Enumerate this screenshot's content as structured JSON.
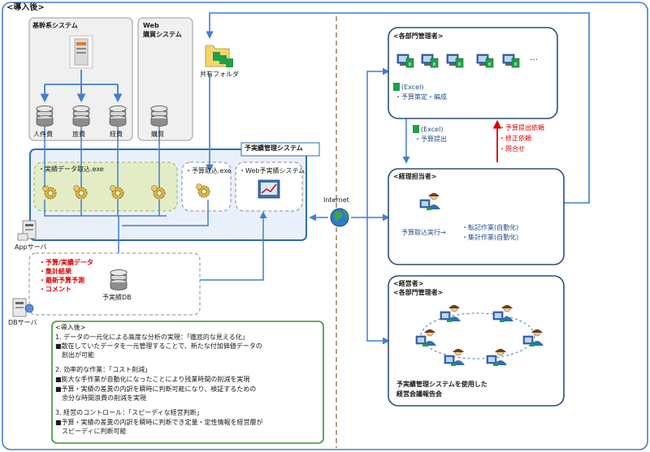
{
  "frame_title": "<導入後>",
  "core": {
    "title": "基幹系システム",
    "dbs": [
      "人件費",
      "旅費",
      "経費"
    ]
  },
  "web_purchase": {
    "title_line1": "Web",
    "title_line2": "購買システム",
    "db": "購買"
  },
  "shared_folder": "共有フォルダ",
  "budget_system": {
    "title": "予実績管理システム",
    "extract_label": "・実績データ取込.exe",
    "import_label": "・予算取込.exe",
    "web_label": "・Web予実績システム"
  },
  "app_server": "Appサーバ",
  "db_server": "DBサーバ",
  "db_contents": [
    "・予算/実績データ",
    "・集計結果",
    "・最新予算予測",
    "・コメント"
  ],
  "budget_db": "予実績DB",
  "internet": "Internet",
  "dept_managers": {
    "title": "<各部門管理者>",
    "ellipsis": "…",
    "excel": "(Excel)",
    "task": "・予算策定・編成"
  },
  "flow_up": {
    "excel": "(Excel)",
    "task": "・予算提出"
  },
  "flow_down": [
    "・予算提出依頼",
    "・修正依頼",
    "・問合せ"
  ],
  "accounting": {
    "title": "<経理担当者>",
    "exec": "予算取込実行→",
    "tasks": [
      "・転記作業(自動化)",
      "・集計作業(自動化)"
    ]
  },
  "management": {
    "title1": "<経営者>",
    "title2": "<各部門管理者>",
    "caption1": "予実績管理システムを使用した",
    "caption2": "経営会議報告会"
  },
  "notes": {
    "heading": "<導入後>",
    "lines": [
      "1. データの一元化による高度な分析の実現：「徹底的な見える化」",
      "■散在していたデータを一元管理することで、新たな付加価値データの",
      "　創出が可能",
      "2. 効率的な作業：「コスト削減」",
      "■膨大な手作業が自動化になったことにより残業時間の削減を実現",
      "■予算・実績の差異の内訳を瞬時に判断可能になり、検証するための",
      "　余分な時間浪費の削減を実現",
      "3. 経営のコントロール：「スピーディな経営判断」",
      "■予算・実績の差異の内訳を瞬時に判断でき定量・定性情報を経営層が",
      "　スピーディに判断可能"
    ]
  },
  "colors": {
    "frame": "#4a7fc4",
    "arrow": "#3f7fd0",
    "budget_fill": "#eaf0fb",
    "green_box": "#e4ecc6",
    "notes_border": "#3e8e3e",
    "red": "#e00000"
  }
}
